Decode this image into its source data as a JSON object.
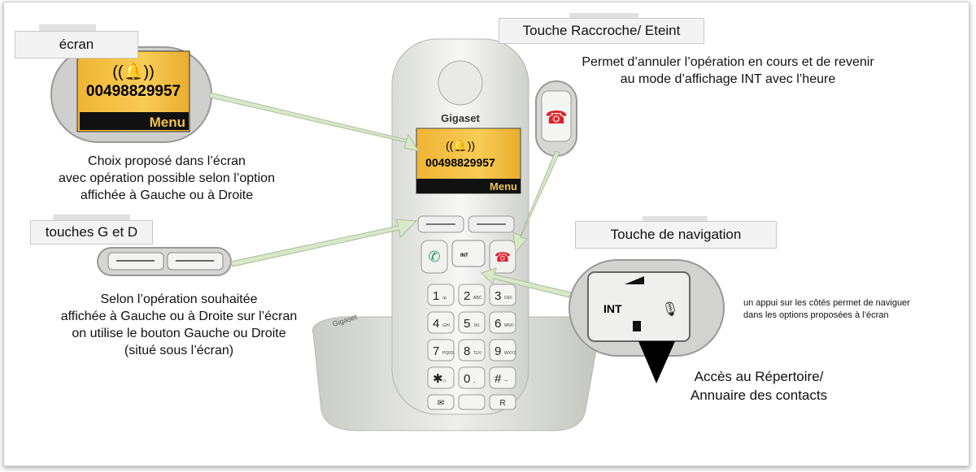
{
  "labels": {
    "ecran": "écran",
    "touches_gd": "touches G et D",
    "raccroche": "Touche Raccroche/ Eteint",
    "navigation": "Touche de navigation"
  },
  "descriptions": {
    "ecran": [
      "Choix proposé dans l’écran",
      "avec opération possible selon l’option",
      "affichée à Gauche ou à Droite"
    ],
    "touches_gd": [
      "Selon l’opération souhaitée",
      "affichée à Gauche ou à Droite sur l’écran",
      "on utilise le bouton Gauche ou Droite",
      "(situé sous l’écran)"
    ],
    "raccroche": [
      "Permet d’annuler l’opération en cours et de revenir",
      "au mode d’affichage INT  avec l’heure"
    ],
    "navigation_sides": [
      "un appui sur les côtés permet de naviguer",
      "dans les options proposées à l’écran"
    ],
    "navigation_down": [
      "Accès au Répertoire/",
      "Annuaire des contacts"
    ]
  },
  "phone": {
    "brand": "Gigaset",
    "screen_number": "00498829957",
    "screen_menu": "Menu",
    "nav_int": "INT",
    "keys": [
      {
        "d": "1",
        "s": "ꝏ"
      },
      {
        "d": "2",
        "s": "ABC"
      },
      {
        "d": "3",
        "s": "DEF"
      },
      {
        "d": "4",
        "s": "GHI"
      },
      {
        "d": "5",
        "s": "JKL"
      },
      {
        "d": "6",
        "s": "MNO"
      },
      {
        "d": "7",
        "s": "PQRS"
      },
      {
        "d": "8",
        "s": "TUV"
      },
      {
        "d": "9",
        "s": "WXYZ"
      },
      {
        "d": "✱",
        "s": "◁"
      },
      {
        "d": "0",
        "s": "⎵"
      },
      {
        "d": "#",
        "s": "⊸"
      }
    ],
    "bottom_keys": [
      "✉",
      "",
      "R"
    ]
  },
  "colors": {
    "screen": "#f2b73a",
    "arrow": "#d8e8c8",
    "red": "#e0202a",
    "green": "#2b9a5a"
  }
}
